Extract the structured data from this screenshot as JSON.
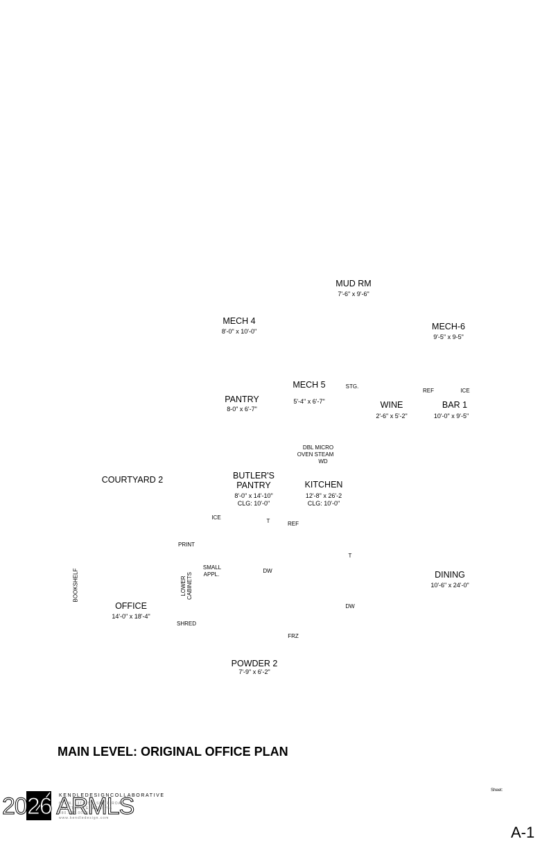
{
  "rooms": {
    "mud_rm": {
      "name": "MUD RM",
      "dim": "7'-6\" x 9'-6\""
    },
    "mech4": {
      "name": "MECH 4",
      "dim": "8'-0\" x 10'-0\""
    },
    "mech6": {
      "name": "MECH-6",
      "dim": "9'-5\" x 9-5\""
    },
    "mech5": {
      "name": "MECH 5",
      "dim": "5'-4\" x 6'-7\""
    },
    "pantry": {
      "name": "PANTRY",
      "dim": "8-0\" x 6'-7\""
    },
    "wine": {
      "name": "WINE",
      "dim": "2'-6\" x 5'-2\""
    },
    "bar1": {
      "name": "BAR 1",
      "dim": "10'-0\" x 9'-5\""
    },
    "courtyard2": {
      "name": "COURTYARD 2"
    },
    "butlers_pantry": {
      "name_line1": "BUTLER'S",
      "name_line2": "PANTRY",
      "dim": "8'-0\" x 14'-10\"",
      "clg": "CLG: 10'-0\""
    },
    "kitchen": {
      "name": "KITCHEN",
      "dim": "12'-8\" x 26'-2",
      "clg": "CLG: 10'-0\""
    },
    "dining": {
      "name": "DINING",
      "dim": "10'-6\" x 24'-0\""
    },
    "office": {
      "name": "OFFICE",
      "dim": "14'-0\" x 18'-4\""
    },
    "powder2": {
      "name": "POWDER 2",
      "dim": "7'-9\" x 6'-2\""
    }
  },
  "fixtures": {
    "stg": "STG.",
    "ref_bar": "REF",
    "ice_bar": "ICE",
    "dbl_micro": "DBL MICRO",
    "oven_steam": "OVEN STEAM",
    "wd": "WD",
    "ice_butler": "ICE",
    "t_butler": "T",
    "ref_kitchen": "REF",
    "print": "PRINT",
    "t_kitchen": "T",
    "small_appl_1": "SMALL",
    "small_appl_2": "APPL.",
    "dw_butler": "DW",
    "lower_cab_1": "LOWER",
    "lower_cab_2": "CABINETS",
    "bookshelf": "BOOKSHELF",
    "dw_kitchen": "DW",
    "shred": "SHRED",
    "frz": "FRZ"
  },
  "title": "MAIN LEVEL: ORIGINAL OFFICE PLAN",
  "title_block": {
    "firm": "KENDLEDESIGNCOLLABORATIVE",
    "line1": "611 N. 13TH ST. SUITE ROAD",
    "line2": "SCOTTSDALE, AZ 85251",
    "line3": "480.555.0000",
    "line4": "www.kendledesign.com",
    "watermark": "2026 ARMLS",
    "sheet_label": "Sheet:",
    "sheet_number": "A-1"
  }
}
